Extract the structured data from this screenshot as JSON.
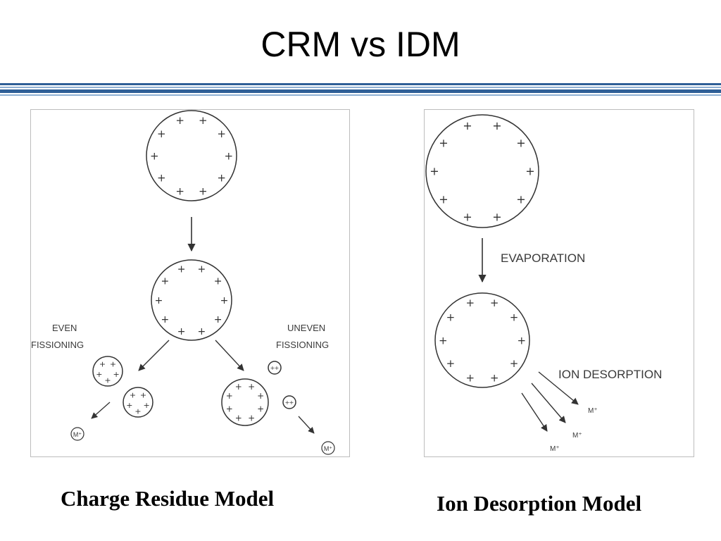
{
  "slide": {
    "title": "CRM vs IDM"
  },
  "crm": {
    "caption": "Charge Residue Model",
    "labels": {
      "even_line1": "EVEN",
      "even_line2": "FISSIONING",
      "uneven_line1": "UNEVEN",
      "uneven_line2": "FISSIONING"
    },
    "charge_symbol": "+",
    "ion_label": "M⁺"
  },
  "idm": {
    "caption": "Ion Desorption Model",
    "labels": {
      "evaporation": "EVAPORATION",
      "ion_desorption": "ION DESORPTION",
      "ion_label": "M⁺"
    },
    "charge_symbol": "+"
  },
  "colors": {
    "rule_dark": "#2f5f97",
    "rule_light": "#8fb0d4",
    "ink": "#333333"
  }
}
